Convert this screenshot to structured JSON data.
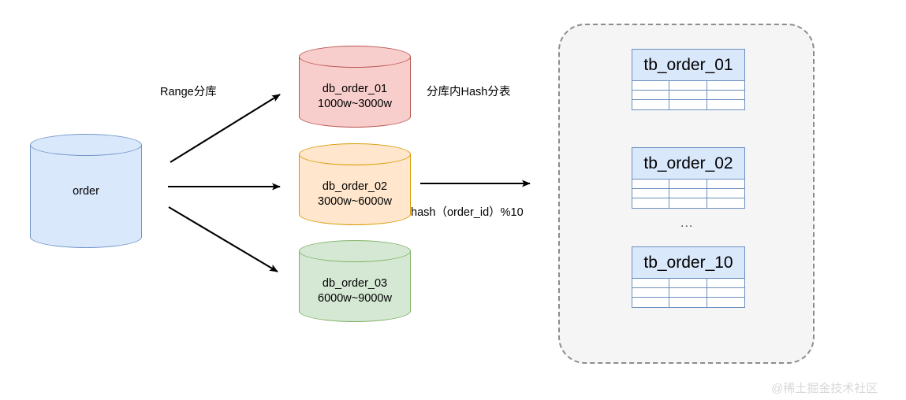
{
  "diagram": {
    "title": "Database sharding: Range sharding then Hash table sharding",
    "source": {
      "label": "order",
      "color": "#dae8fc",
      "border_color": "#7296c8"
    },
    "arrow_labels": {
      "range_sharding": "Range分库",
      "hash_sharding": "分库内Hash分表",
      "hash_formula": "hash（order_id）%10"
    },
    "databases": [
      {
        "name": "db_order_01",
        "range": "1000w~3000w",
        "color": "#f8cecc",
        "border_color": "#b85450"
      },
      {
        "name": "db_order_02",
        "range": "3000w~6000w",
        "color": "#ffe6cc",
        "border_color": "#d79b00"
      },
      {
        "name": "db_order_03",
        "range": "6000w~9000w",
        "color": "#d5e8d4",
        "border_color": "#82b366"
      }
    ],
    "tables_panel": {
      "border_color": "#8c8c8c",
      "fill_color": "#f5f5f5",
      "tables": [
        {
          "name": "tb_order_01",
          "rows": 3,
          "columns": 3
        },
        {
          "name": "tb_order_02",
          "rows": 3,
          "columns": 3
        },
        {
          "name": "tb_order_10",
          "rows": 3,
          "columns": 3
        }
      ],
      "ellipsis": "..."
    },
    "watermark": "@稀土掘金技术社区"
  }
}
